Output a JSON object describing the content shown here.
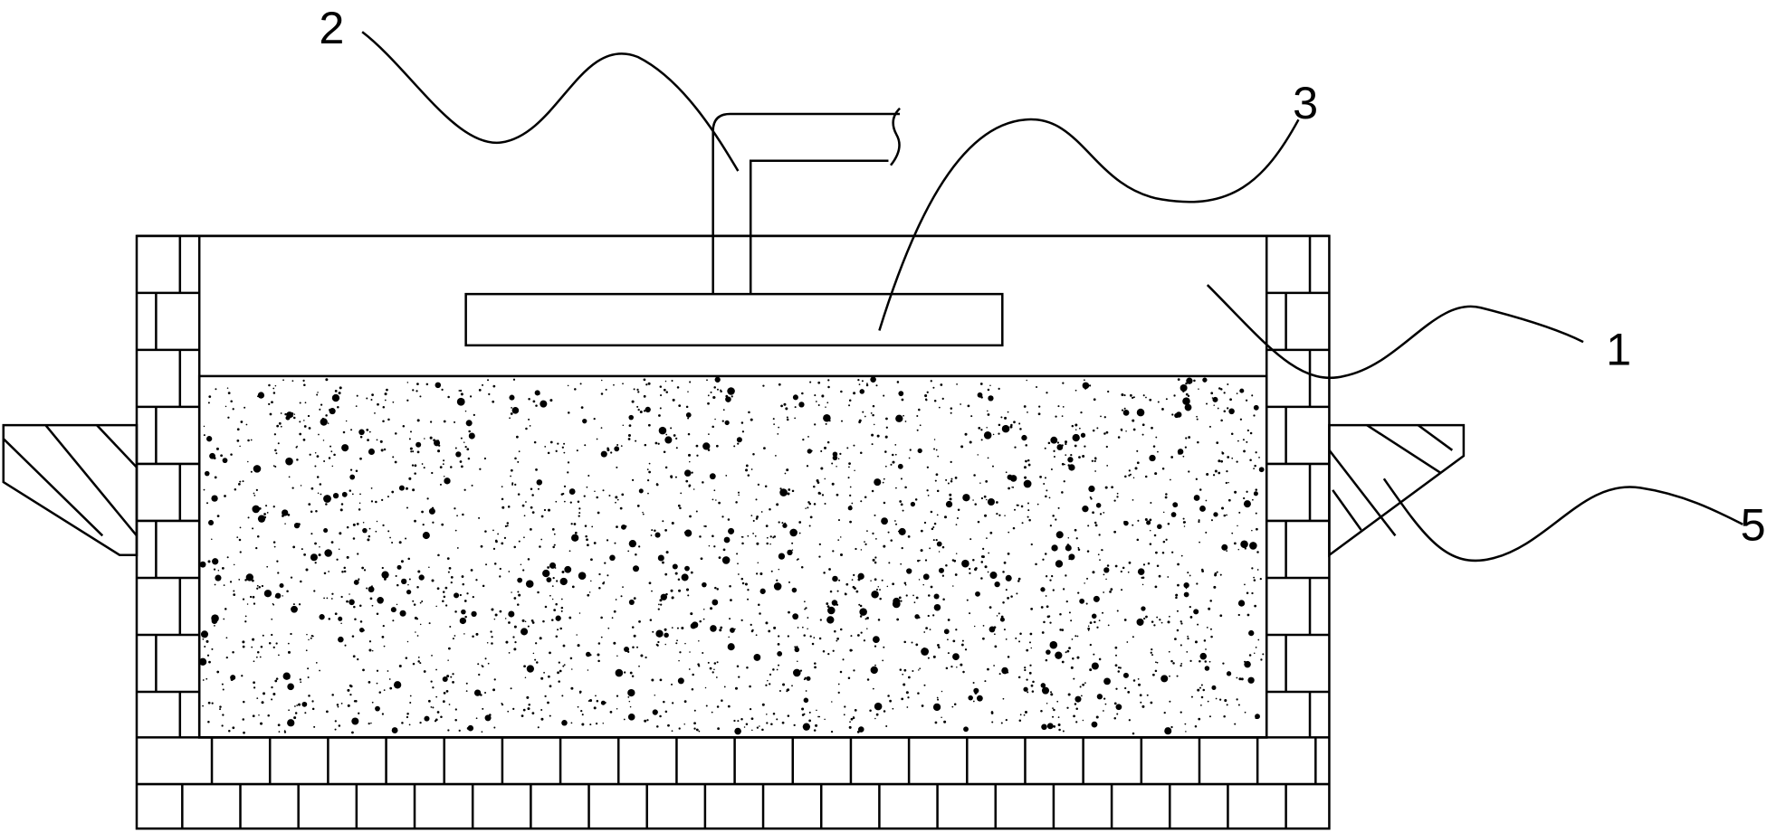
{
  "figure": {
    "labels": {
      "chamber": "1",
      "pipe": "2",
      "plate": "3",
      "flange": "5"
    },
    "colors": {
      "line": "#000000",
      "background": "#ffffff"
    }
  }
}
